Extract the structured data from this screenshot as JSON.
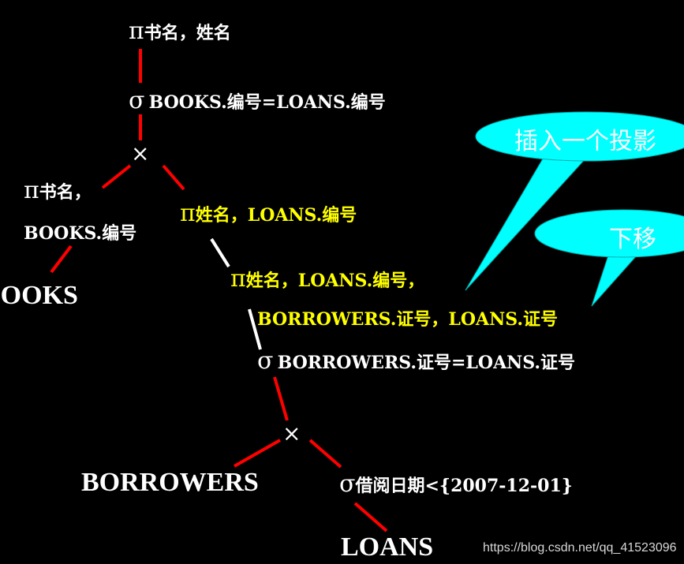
{
  "nodes": {
    "root_proj_symbol": "π",
    "root_proj_attrs": "书名，姓名",
    "join_select_symbol": "σ",
    "join_select_cond": "BOOKS.编号=LOANS.编号",
    "top_product": "×",
    "left_proj_symbol": "π",
    "left_proj_attrs_line1": "书名，",
    "left_proj_attrs_line2": "BOOKS.编号",
    "books_relation": "BOOKS",
    "right_proj_symbol": "π",
    "right_proj_attrs": "姓名，LOANS.编号",
    "inner_proj_symbol": "π",
    "inner_proj_attrs_line1": "姓名，LOANS.编号，",
    "inner_proj_attrs_line2": "BORROWERS.证号，LOANS.证号",
    "inner_select_symbol": "σ",
    "inner_select_cond": "BORROWERS.证号=LOANS.证号",
    "bottom_product": "×",
    "borrowers_relation": "BORROWERS",
    "date_select_symbol": "σ",
    "date_select_cond": "借阅日期<{2007-12-01}",
    "loans_relation": "LOANS"
  },
  "callouts": {
    "insert_projection": "插入一个投影",
    "move_down": "下移"
  },
  "watermark": "https://blog.csdn.net/qq_41523096",
  "colors": {
    "background": "#000000",
    "edge_red": "#ff0000",
    "edge_white": "#ffffff",
    "highlight_yellow": "#ffff00",
    "callout_fill": "#00ffff"
  }
}
